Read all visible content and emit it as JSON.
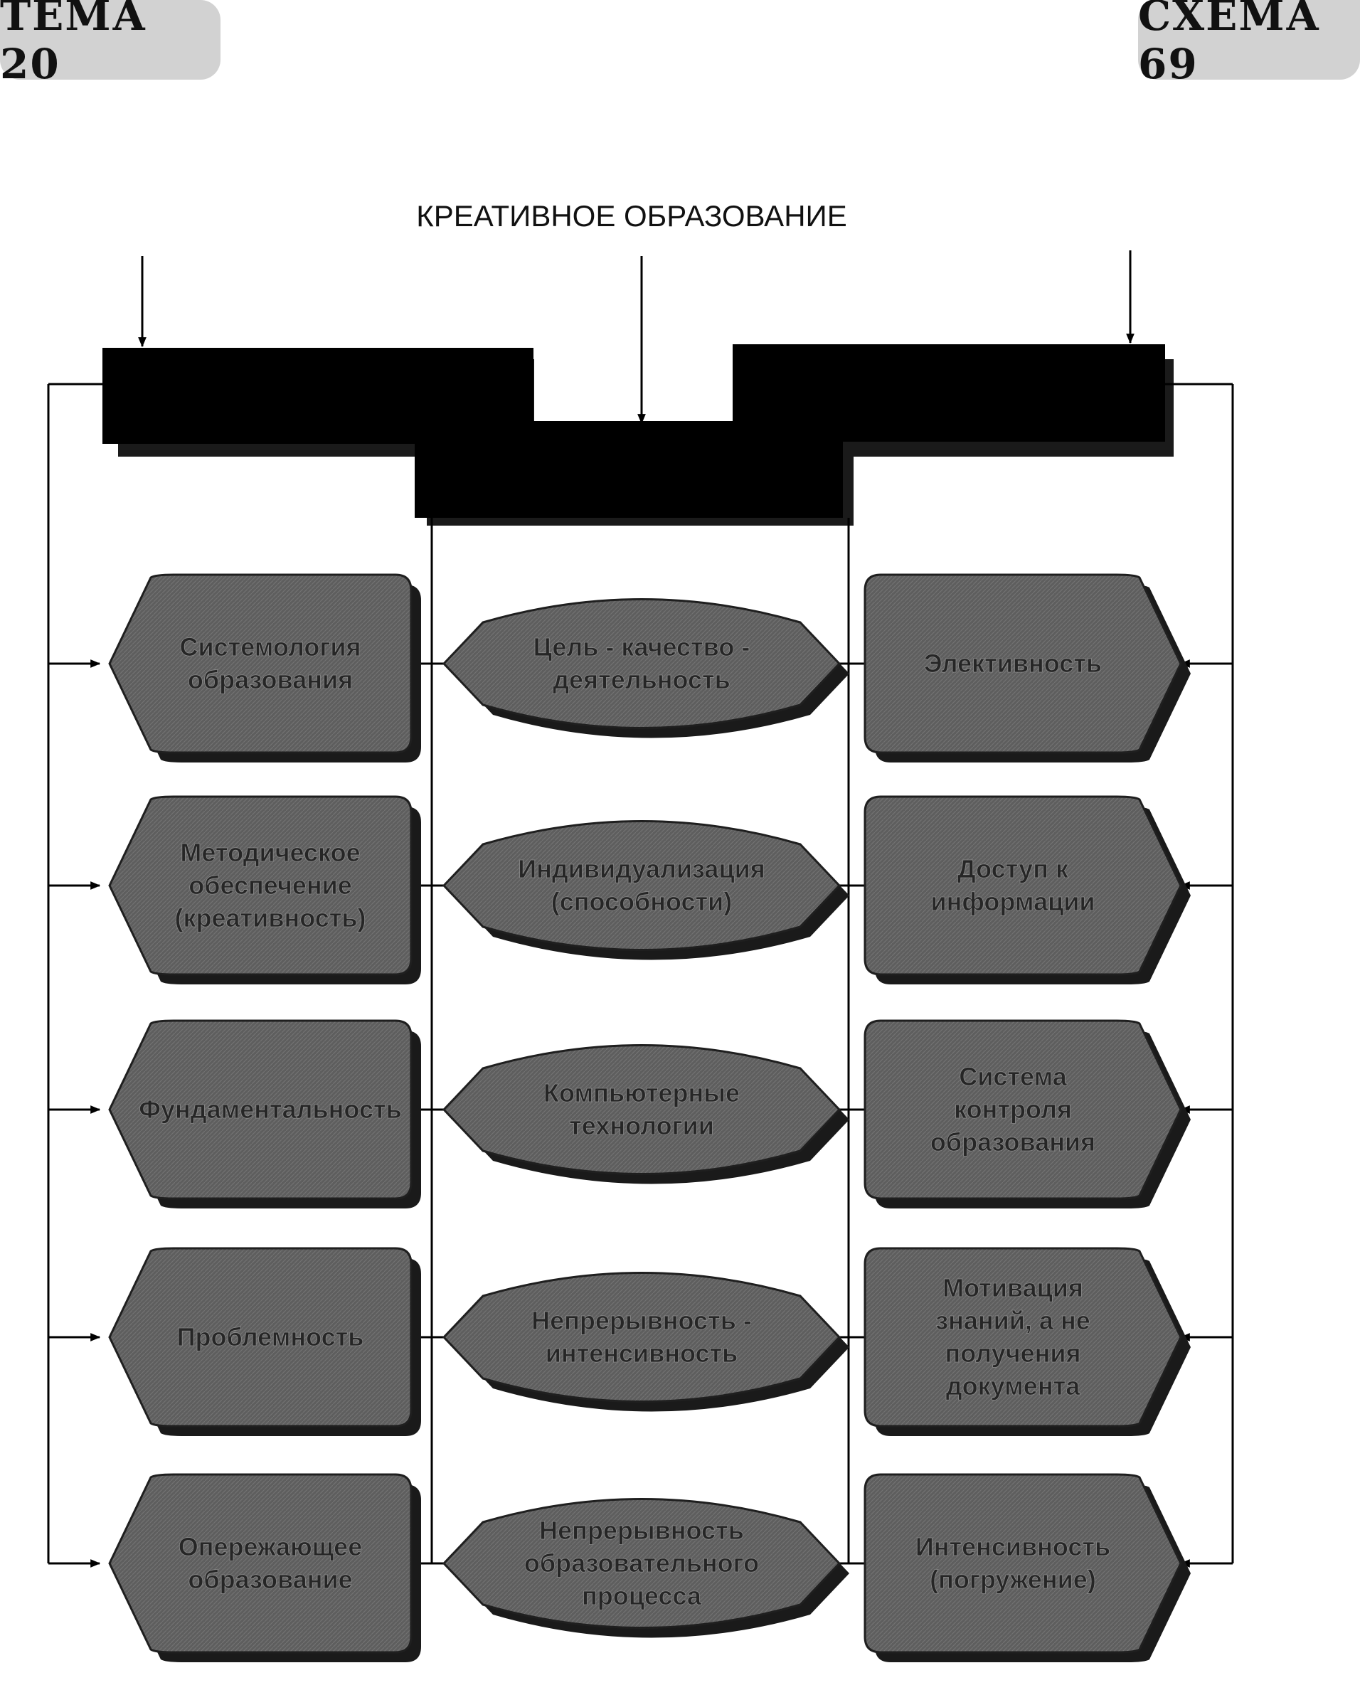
{
  "header": {
    "topic_badge": "ТЕМА 20",
    "scheme_badge": "СХЕМА 69"
  },
  "diagram": {
    "title": "КРЕАТИВНОЕ ОБРАЗОВАНИЕ",
    "colors": {
      "node_fill": "#5e5e5e",
      "node_shadow": "#1a1a1a",
      "title_bar": "#000000",
      "lines": "#000000",
      "badge": "#d2d2d2"
    },
    "left_column": [
      {
        "lines": [
          "Системология",
          "образования"
        ]
      },
      {
        "lines": [
          "Методическое",
          "обеспечение",
          "(креативность)"
        ]
      },
      {
        "lines": [
          "Фундаментальность"
        ]
      },
      {
        "lines": [
          "Проблемность"
        ]
      },
      {
        "lines": [
          "Опережающее",
          "образование"
        ]
      }
    ],
    "middle_column": [
      {
        "lines": [
          "Цель - качество -",
          "деятельность"
        ]
      },
      {
        "lines": [
          "Индивидуализация",
          "(способности)"
        ]
      },
      {
        "lines": [
          "Компьютерные",
          "технологии"
        ]
      },
      {
        "lines": [
          "Непрерывность -",
          "интенсивность"
        ]
      },
      {
        "lines": [
          "Непрерывность",
          "образовательного",
          "процесса"
        ]
      }
    ],
    "right_column": [
      {
        "lines": [
          "Элективность"
        ]
      },
      {
        "lines": [
          "Доступ к",
          "информации"
        ]
      },
      {
        "lines": [
          "Система",
          "контроля",
          "образования"
        ]
      },
      {
        "lines": [
          "Мотивация",
          "знаний, а не",
          "получения",
          "документа"
        ]
      },
      {
        "lines": [
          "Интенсивность",
          "(погружение)"
        ]
      }
    ]
  }
}
